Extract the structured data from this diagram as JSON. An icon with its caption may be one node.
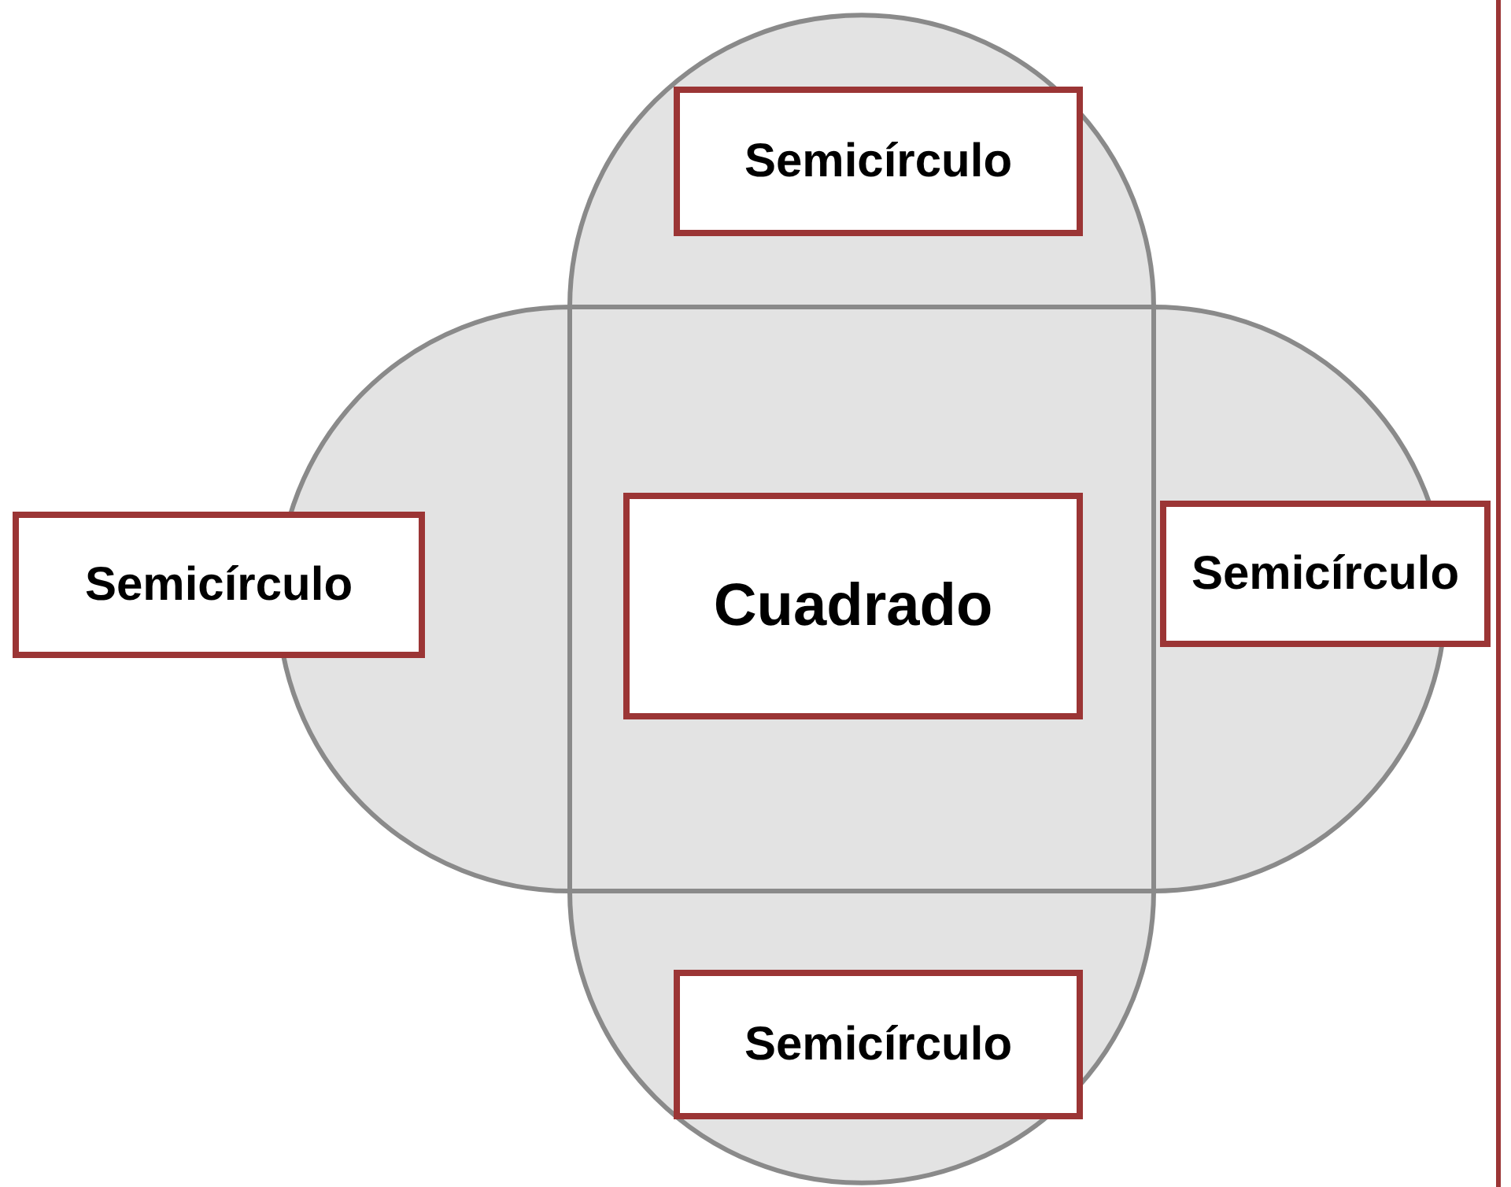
{
  "diagram": {
    "nodes": [
      {
        "text": [
          "Semicírculo"
        ]
      },
      {
        "text": [
          "Semicírculo"
        ]
      },
      {
        "text": [
          "Cuadrado"
        ]
      },
      {
        "text": [
          "Semicírculo"
        ]
      },
      {
        "text": [
          "Semicírculo"
        ]
      }
    ]
  }
}
